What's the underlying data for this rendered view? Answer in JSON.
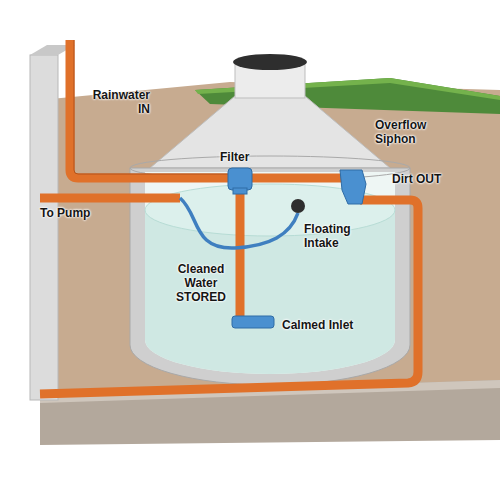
{
  "diagram": {
    "labels": [
      "Rainwater IN",
      "To Pump",
      "Filter",
      "Overflow Siphon",
      "Dirt OUT",
      "Floating Intake",
      "Cleaned Water STORED",
      "Calmed Inlet"
    ]
  }
}
